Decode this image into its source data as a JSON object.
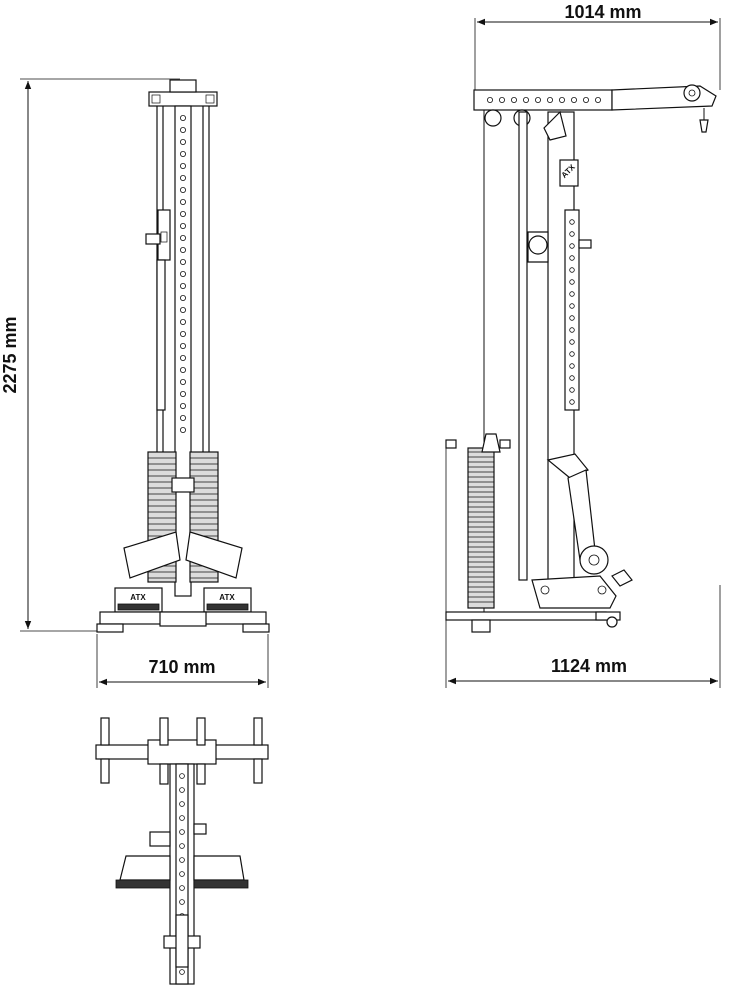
{
  "dimensions": {
    "height": "2275 mm",
    "front_width": "710 mm",
    "top_depth": "1014 mm",
    "side_depth": "1124 mm"
  },
  "brand": {
    "logo_text": "ATX"
  },
  "colors": {
    "line": "#111111",
    "background": "#ffffff",
    "weight_fill": "#dcdcdc"
  }
}
